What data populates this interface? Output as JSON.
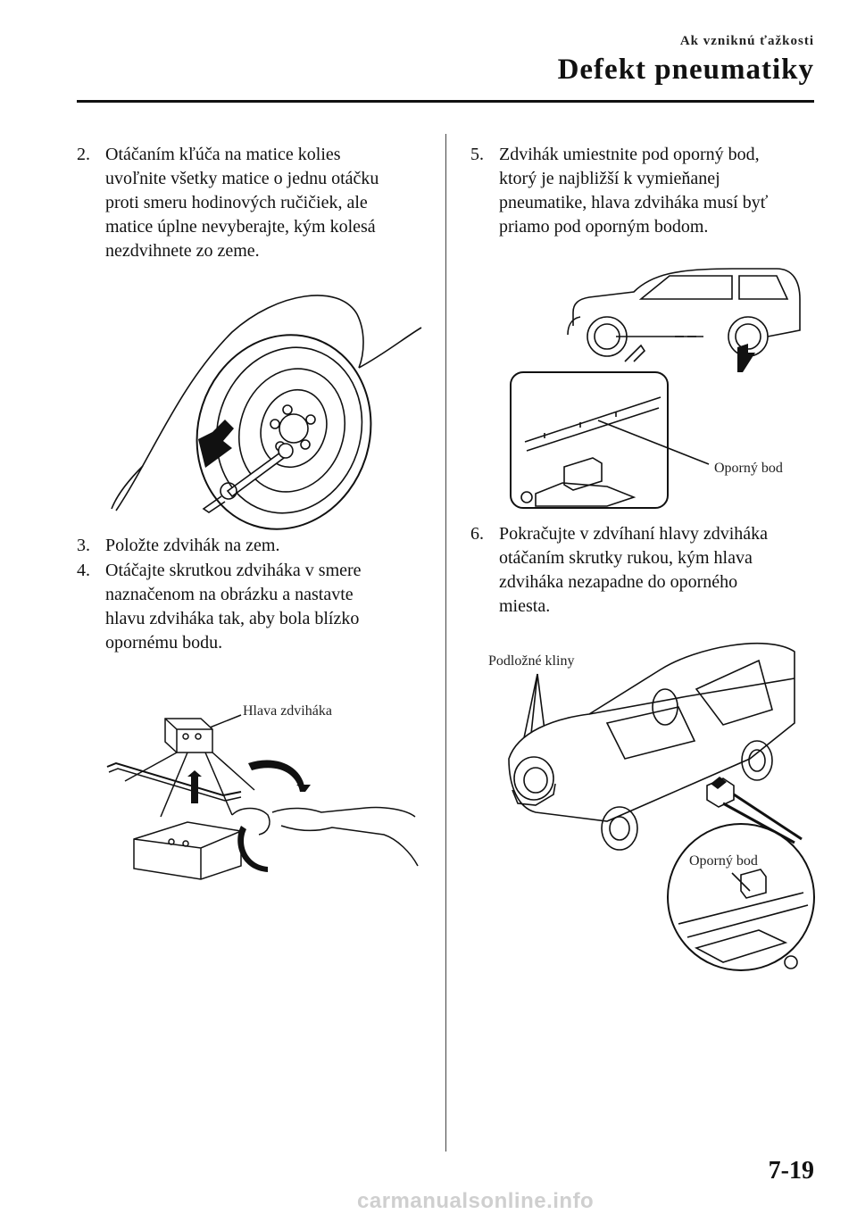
{
  "header": {
    "section_small": "Ak vzniknú ťažkosti",
    "section_title": "Defekt pneumatiky"
  },
  "steps": [
    {
      "number": "2.",
      "lines": [
        "Otáčaním kľúča na matice kolies",
        "uvoľnite všetky matice o jednu otáčku",
        "proti smeru hodinových ručičiek, ale",
        "matice úplne nevyberajte, kým kolesá",
        "nezdvihnete zo zeme."
      ]
    },
    {
      "number": "3.",
      "lines": [
        "Položte zdvihák na zem."
      ]
    },
    {
      "number": "4.",
      "lines": [
        "Otáčajte skrutkou zdviháka v smere",
        "naznačenom na obrázku a nastavte",
        "hlavu zdviháka tak, aby bola blízko",
        "opornému bodu."
      ]
    },
    {
      "number": "5.",
      "lines": [
        "Zdvihák umiestnite pod oporný bod,",
        "ktorý je najbližší k vymieňanej",
        "pneumatike, hlava zdviháka musí byť",
        "priamo pod oporným bodom."
      ]
    },
    {
      "number": "6.",
      "lines": [
        "Pokračujte v zdvíhaní hlavy zdviháka",
        "otáčaním skrutky rukou, kým hlava",
        "zdviháka nezapadne do oporného",
        "miesta."
      ]
    }
  ],
  "figures": {
    "jack_head_label": "Hlava zdviháka",
    "jack_point_label_1": "Oporný bod",
    "wedges_label": "Podložné kliny",
    "jack_point_label_2": "Oporný bod"
  },
  "footer": {
    "page_number": "7-19",
    "watermark": "carmanualsonline.info"
  }
}
